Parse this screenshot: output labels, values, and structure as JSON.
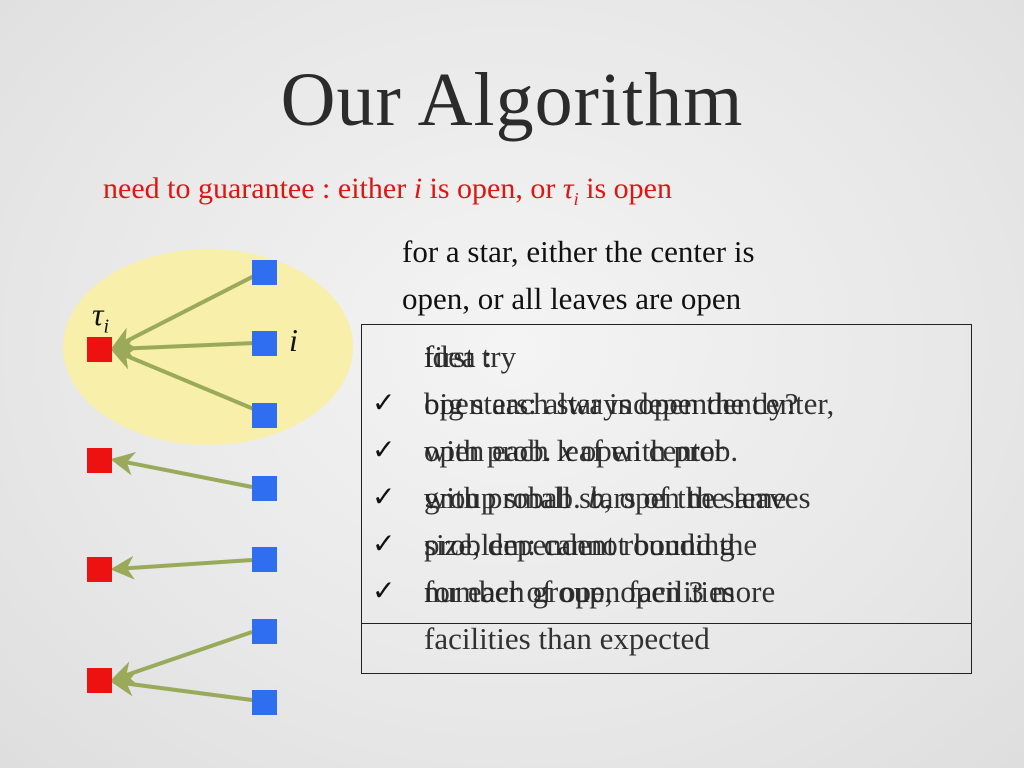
{
  "slide": {
    "title": "Our Algorithm",
    "subtitle": {
      "prefix": "need to guarantee :  either ",
      "var_i": "i",
      "mid": " is open, or ",
      "var_tau": "τ",
      "sub_i": "i",
      "suffix": " is open"
    },
    "star_text": [
      "for a star, either the center is",
      "open, or all leaves are open"
    ],
    "box_a_lines": [
      "first try",
      "open each star independently?",
      "with prob. ",
      "group small stars of the same",
      "size, dependent rounding",
      "for each group, open 3 more"
    ],
    "box_a_italic": "x",
    "box_a_line3_suffix": " open center",
    "box_b_lines": [
      "idea :",
      "big stars: always open the center,",
      "open each leaf with prob. ",
      "with probab. ",
      "problem: cannot bound the",
      "number of open facilities",
      "facilities than expected"
    ],
    "box_b_var_b": "b",
    "box_b_line4_suffix": ", open the leaves",
    "check_glyph": "✓",
    "diagram": {
      "tau_label": "τ",
      "tau_sub": "i",
      "i_label": "i"
    },
    "colors": {
      "subtitle": "#e11414",
      "facility_red": "#ee1111",
      "client_blue": "#2f6ef0",
      "edge_green": "#9aaa5a",
      "ellipse_fill": "#f7efaa"
    }
  }
}
